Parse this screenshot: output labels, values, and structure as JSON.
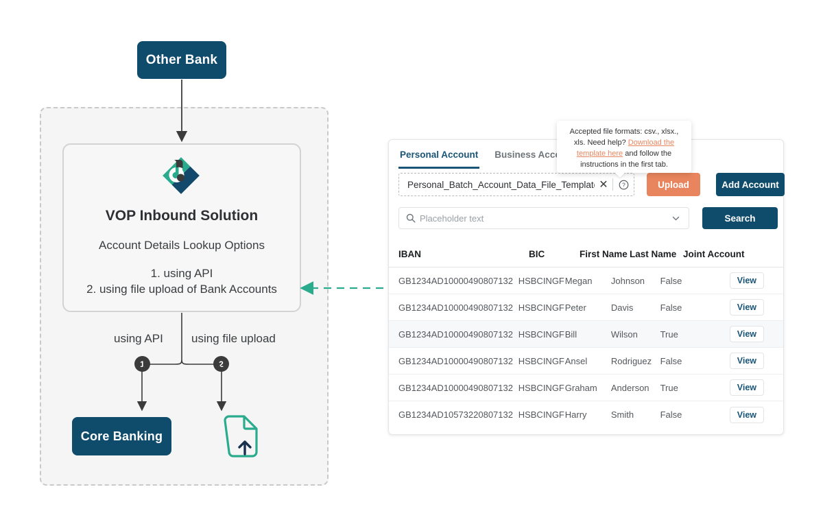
{
  "diagram": {
    "other_bank_label": "Other Bank",
    "core_banking_label": "Core Banking",
    "solution_title": "VOP Inbound Solution",
    "solution_subtitle": "Account Details Lookup Options",
    "option_1": "1. using API",
    "option_2": "2. using file upload of Bank Accounts",
    "branch_label_left": "using API",
    "branch_label_right": "using file upload",
    "badge_1": "1",
    "badge_2": "2",
    "colors": {
      "navy": "#0f4c6b",
      "teal": "#2bab8d",
      "badge": "#3b3b3b",
      "container_bg": "#f5f5f5",
      "dashed_border": "#c9c9c9"
    }
  },
  "panel": {
    "tabs": [
      {
        "label": "Personal Account",
        "active": true
      },
      {
        "label": "Business Account",
        "active": false
      }
    ],
    "upload": {
      "file_name": "Personal_Batch_Account_Data_File_Template.csv",
      "clear_icon": "close-icon",
      "help_icon": "question-mark-icon",
      "upload_label": "Upload",
      "add_account_label": "Add Account",
      "upload_color": "#e8855e",
      "add_account_color": "#0f4c6b"
    },
    "tooltip": {
      "line_1": "Accepted file formats: csv., xlsx., xls.",
      "line_2_prefix": "Need help? ",
      "link_text": "Download the template here",
      "line_2_suffix": " and follow the instructions in the first tab.",
      "link_color": "#e8855e"
    },
    "search": {
      "placeholder": "Placeholder text",
      "value": "",
      "search_icon": "search-icon",
      "dropdown_icon": "chevron-down-icon",
      "button_label": "Search"
    },
    "table": {
      "columns": [
        "IBAN",
        "BIC",
        "First Name",
        "Last Name",
        "Joint Account",
        ""
      ],
      "row_action_label": "View",
      "rows": [
        {
          "iban": "GB1234AD10000490807132",
          "bic": "HSBCINGF",
          "first": "Megan",
          "last": "Johnson",
          "joint": "False",
          "action": "View"
        },
        {
          "iban": "GB1234AD10000490807132",
          "bic": "HSBCINGF",
          "first": "Peter",
          "last": "Davis",
          "joint": "False",
          "action": "View"
        },
        {
          "iban": "GB1234AD10000490807132",
          "bic": "HSBCINGF",
          "first": "Bill",
          "last": "Wilson",
          "joint": "True",
          "action": "View"
        },
        {
          "iban": "GB1234AD10000490807132",
          "bic": "HSBCINGF",
          "first": "Ansel",
          "last": "Rodriguez",
          "joint": "False",
          "action": "View"
        },
        {
          "iban": "GB1234AD10000490807132",
          "bic": "HSBCINGF",
          "first": "Graham",
          "last": "Anderson",
          "joint": "True",
          "action": "View"
        },
        {
          "iban": "GB1234AD10573220807132",
          "bic": "HSBCINGF",
          "first": "Harry",
          "last": "Smith",
          "joint": "False",
          "action": "View"
        }
      ]
    }
  }
}
